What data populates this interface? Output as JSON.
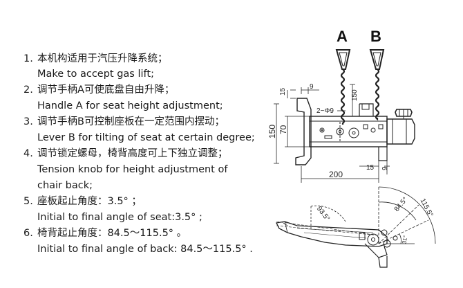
{
  "items": [
    {
      "num": "1.",
      "zh": "本机构适用于汽压升降系统；",
      "en": "Make to accept gas lift;"
    },
    {
      "num": "2.",
      "zh": "调节手柄A可使底盘自由升降；",
      "en": "Handle A for seat height adjustment;"
    },
    {
      "num": "3.",
      "zh": "调节手柄B可控制座板在一定范围内摆动；",
      "en": "Lever B for tilting of seat at certain degree;"
    },
    {
      "num": "4.",
      "zh": "调节锁定螺母，椅背高度可上下独立调整；",
      "en": "Tension knob for height adjustment of",
      "en2": "chair back;"
    },
    {
      "num": "5.",
      "zh": "座板起止角度：3.5°  ；",
      "en": "Initial to final angle of seat:3.5°  ;"
    },
    {
      "num": "6.",
      "zh": "椅背起止角度：84.5～115.5°  。",
      "en": "Initial to final angle of back: 84.5～115.5°  ."
    }
  ],
  "diagram": {
    "handle_a": "A",
    "handle_b": "B",
    "dims": {
      "d15_top": "15",
      "d9_top": "9",
      "d150_right": "150",
      "hole": "2−Φ9",
      "d150_left": "150",
      "d70": "70",
      "d15_bottom": "15",
      "d9_bottom": "9",
      "d200": "200"
    },
    "angles": {
      "a93": "93.5°",
      "a845": "84.5°",
      "a1155": "115.5°",
      "a31": "31°"
    }
  }
}
